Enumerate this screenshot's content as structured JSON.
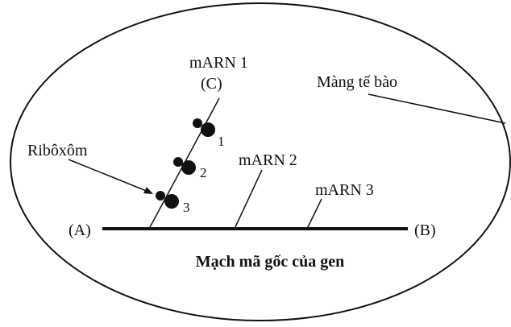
{
  "labels": {
    "cell_membrane": "Màng tế bào",
    "mrna1_name": "mARN 1",
    "mrna1_end": "(C)",
    "mrna2": "mARN 2",
    "mrna3": "mARN 3",
    "ribosome": "Ribôxôm",
    "end_a": "(A)",
    "end_b": "(B)",
    "template_strand": "Mạch mã gốc của gen",
    "ribosome_numbers": [
      "1",
      "2",
      "3"
    ]
  },
  "colors": {
    "ink": "#111111",
    "background": "#ffffff"
  }
}
